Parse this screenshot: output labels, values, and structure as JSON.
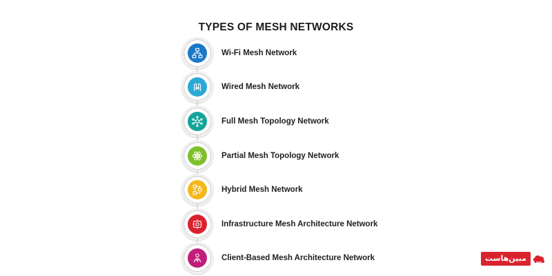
{
  "title": "TYPES OF MESH NETWORKS",
  "items": [
    {
      "label": "Wi-Fi Mesh Network",
      "icon": "network-nodes-icon",
      "color": "#1a78c8"
    },
    {
      "label": "Wired Mesh Network",
      "icon": "circuit-hands-icon",
      "color": "#2aa9d6"
    },
    {
      "label": "Full Mesh Topology Network",
      "icon": "full-mesh-icon",
      "color": "#13a59a"
    },
    {
      "label": "Partial Mesh Topology Network",
      "icon": "atom-icon",
      "color": "#7fbf2a"
    },
    {
      "label": "Hybrid Mesh Network",
      "icon": "hybrid-network-icon",
      "color": "#f4b81a"
    },
    {
      "label": "Infrastructure Mesh Architecture Network",
      "icon": "infrastructure-icon",
      "color": "#d8232f"
    },
    {
      "label": "Client-Based Mesh Architecture Network",
      "icon": "client-icon",
      "color": "#c21d7a"
    }
  ],
  "watermark": {
    "text": "مبین‌هاست",
    "color": "#d9232d"
  }
}
